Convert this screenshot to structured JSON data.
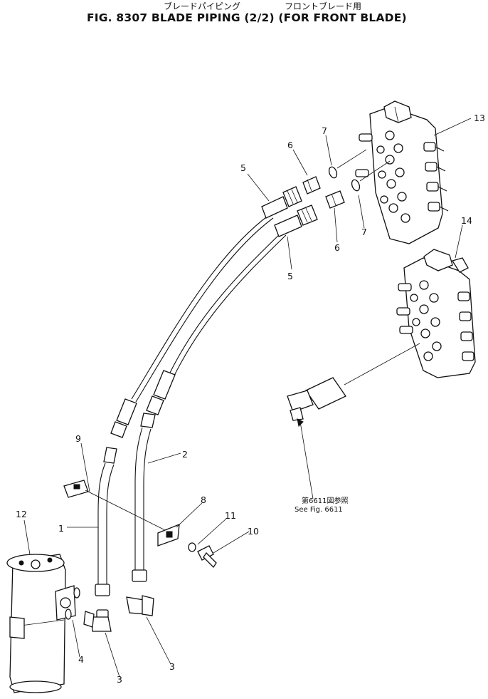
{
  "header": {
    "title_jp_left": "ブレードパイピング",
    "title_jp_right": "フロントブレード用",
    "title": "FIG. 8307  BLADE PIPING (2/2) (FOR FRONT BLADE)"
  },
  "callouts": {
    "c1": "1",
    "c2": "2",
    "c3a": "3",
    "c3b": "3",
    "c4": "4",
    "c5a": "5",
    "c5b": "5",
    "c6a": "6",
    "c6b": "6",
    "c7a": "7",
    "c7b": "7",
    "c8": "8",
    "c9": "9",
    "c10": "10",
    "c11": "11",
    "c12": "12",
    "c13": "13",
    "c14": "14"
  },
  "reference": {
    "jp": "第6611図参照",
    "en": "See Fig. 6611"
  }
}
